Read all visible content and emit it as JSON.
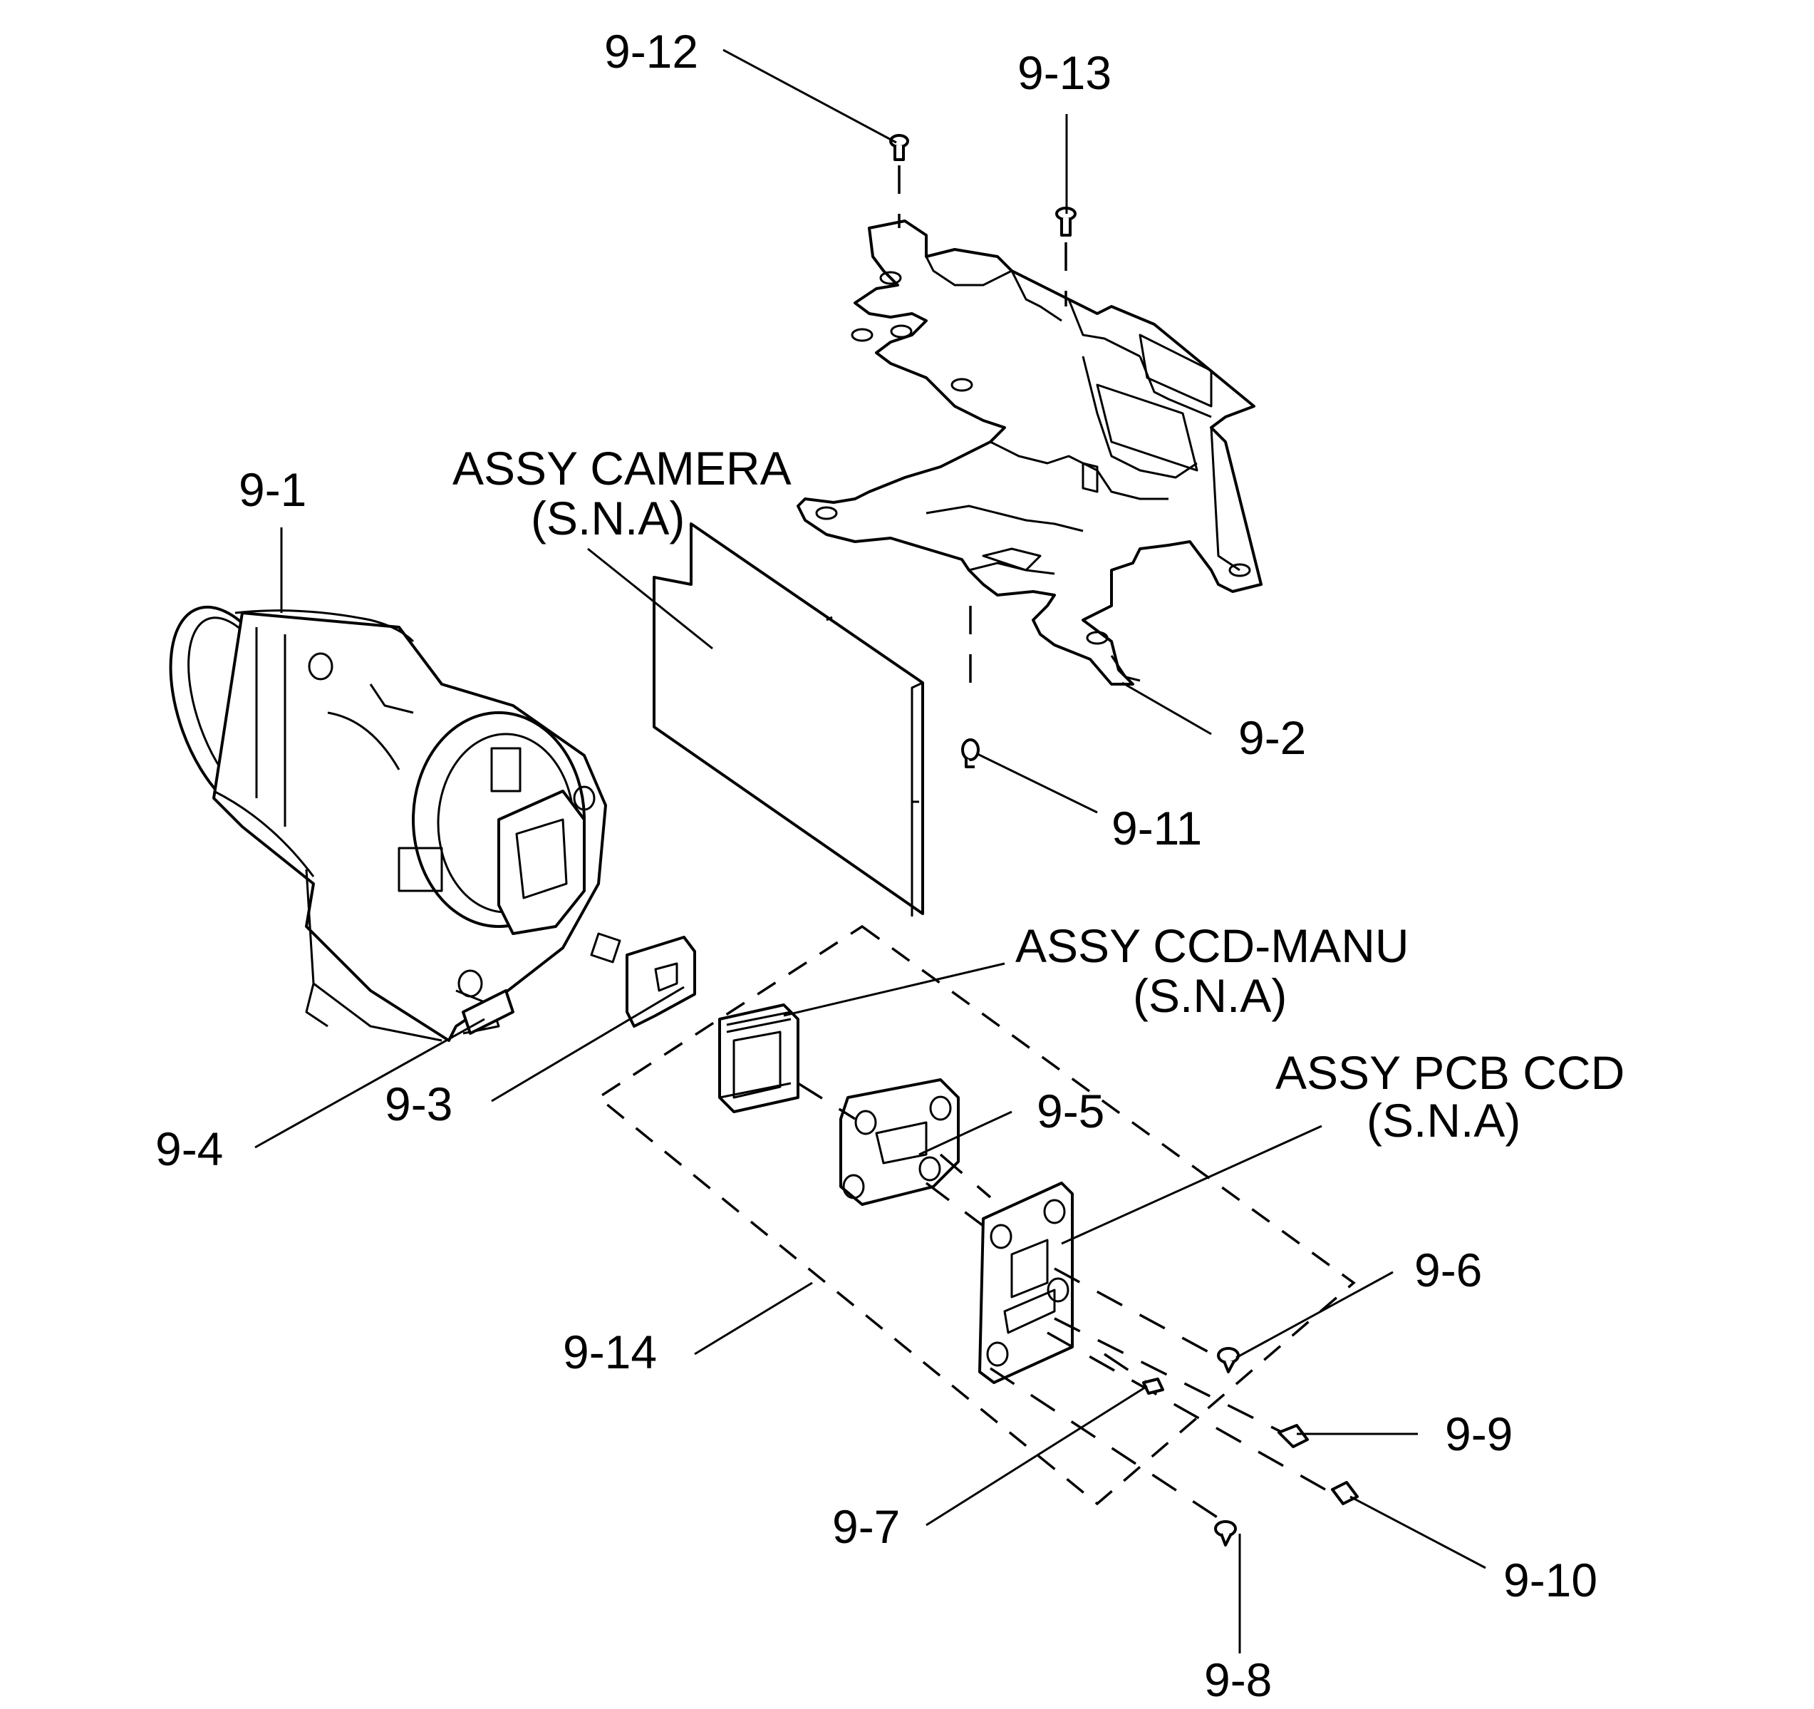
{
  "labels": {
    "p9_1": "9-1",
    "p9_2": "9-2",
    "p9_3": "9-3",
    "p9_4": "9-4",
    "p9_5": "9-5",
    "p9_6": "9-6",
    "p9_7": "9-7",
    "p9_8": "9-8",
    "p9_9": "9-9",
    "p9_10": "9-10",
    "p9_11": "9-11",
    "p9_12": "9-12",
    "p9_13": "9-13",
    "p9_14": "9-14",
    "assy_camera": "ASSY CAMERA",
    "assy_camera_sna": "(S.N.A)",
    "assy_ccd_manu": "ASSY CCD-MANU",
    "assy_ccd_manu_sna": "(S.N.A)",
    "assy_pcb_ccd": "ASSY PCB CCD",
    "assy_pcb_ccd_sna": "(S.N.A)"
  }
}
